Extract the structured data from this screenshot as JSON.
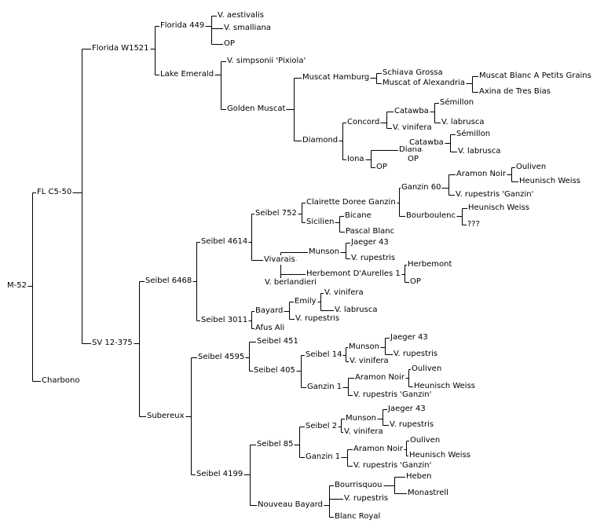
{
  "pedigree": {
    "root": "M-52",
    "nodes": [
      {
        "id": "m52",
        "label": "M-52"
      },
      {
        "id": "flc550",
        "label": "FL C5-50"
      },
      {
        "id": "charbono",
        "label": "Charbono"
      },
      {
        "id": "flw1521",
        "label": "Florida W1521"
      },
      {
        "id": "sv12375",
        "label": "SV 12-375"
      },
      {
        "id": "fl449",
        "label": "Florida 449"
      },
      {
        "id": "lakeemerald",
        "label": "Lake Emerald"
      },
      {
        "id": "vaestivalis",
        "label": "V. aestivalis"
      },
      {
        "id": "vsmalliana",
        "label": "V. smalliana"
      },
      {
        "id": "op1",
        "label": "OP"
      },
      {
        "id": "vsimpsonii",
        "label": "V. simpsonii 'Pixiola'"
      },
      {
        "id": "goldenmuscat",
        "label": "Golden Muscat"
      },
      {
        "id": "muscathamburg",
        "label": "Muscat Hamburg"
      },
      {
        "id": "diamond",
        "label": "Diamond"
      },
      {
        "id": "schiavagrossa",
        "label": "Schiava Grossa"
      },
      {
        "id": "muscatalex",
        "label": "Muscat of Alexandria"
      },
      {
        "id": "muscatblanc",
        "label": "Muscat Blanc A Petits Grains"
      },
      {
        "id": "axina",
        "label": "Axina de Tres Bias"
      },
      {
        "id": "concord",
        "label": "Concord"
      },
      {
        "id": "iona",
        "label": "Iona"
      },
      {
        "id": "catawba1",
        "label": "Catawba"
      },
      {
        "id": "vvinifera1",
        "label": "V. vinifera"
      },
      {
        "id": "semillon1",
        "label": "Sémillon"
      },
      {
        "id": "vlabrusca1",
        "label": "V. labrusca"
      },
      {
        "id": "diana",
        "label": "Diana"
      },
      {
        "id": "op2",
        "label": "OP"
      },
      {
        "id": "catawba2",
        "label": "Catawba"
      },
      {
        "id": "op3",
        "label": "OP"
      },
      {
        "id": "semillon2",
        "label": "Sémillon"
      },
      {
        "id": "vlabrusca2",
        "label": "V. labrusca"
      },
      {
        "id": "seibel6468",
        "label": "Seibel 6468"
      },
      {
        "id": "subereux",
        "label": "Subereux"
      },
      {
        "id": "seibel4614",
        "label": "Seibel 4614"
      },
      {
        "id": "seibel3011",
        "label": "Seibel 3011"
      },
      {
        "id": "seibel752",
        "label": "Seibel 752"
      },
      {
        "id": "vivarais",
        "label": "Vivarais"
      },
      {
        "id": "clairette",
        "label": "Clairette Doree Ganzin"
      },
      {
        "id": "sicilien",
        "label": "Sicilien"
      },
      {
        "id": "ganzin60",
        "label": "Ganzin 60"
      },
      {
        "id": "bourboulenc",
        "label": "Bourboulenc"
      },
      {
        "id": "aramonnoir1",
        "label": "Aramon Noir"
      },
      {
        "id": "vrupganzin1",
        "label": "V. rupestris 'Ganzin'"
      },
      {
        "id": "ouliven1",
        "label": "Ouliven"
      },
      {
        "id": "heunisch1",
        "label": "Heunisch Weiss"
      },
      {
        "id": "heunisch2",
        "label": "Heunisch Weiss"
      },
      {
        "id": "qqq",
        "label": "???"
      },
      {
        "id": "bicane",
        "label": "Bicane"
      },
      {
        "id": "pascalblanc",
        "label": "Pascal Blanc"
      },
      {
        "id": "munson1",
        "label": "Munson"
      },
      {
        "id": "herbdaurelles",
        "label": "Herbemont D'Aurelles 1"
      },
      {
        "id": "vberlandieri",
        "label": "V. berlandieri"
      },
      {
        "id": "jaeger43a",
        "label": "Jaeger 43"
      },
      {
        "id": "vrupestris1",
        "label": "V. rupestris"
      },
      {
        "id": "herbemont",
        "label": "Herbemont"
      },
      {
        "id": "op4",
        "label": "OP"
      },
      {
        "id": "bayard",
        "label": "Bayard"
      },
      {
        "id": "afusali",
        "label": "Afus Ali"
      },
      {
        "id": "emily",
        "label": "Emily"
      },
      {
        "id": "vrupestris2",
        "label": "V. rupestris"
      },
      {
        "id": "vvinifera2",
        "label": "V. vinifera"
      },
      {
        "id": "vlabrusca3",
        "label": "V. labrusca"
      },
      {
        "id": "seibel4595",
        "label": "Seibel 4595"
      },
      {
        "id": "seibel4199",
        "label": "Seibel 4199"
      },
      {
        "id": "seibel451",
        "label": "Seibel 451"
      },
      {
        "id": "seibel405",
        "label": "Seibel 405"
      },
      {
        "id": "seibel14",
        "label": "Seibel 14"
      },
      {
        "id": "ganzin1a",
        "label": "Ganzin 1"
      },
      {
        "id": "munson2",
        "label": "Munson"
      },
      {
        "id": "vvinifera3",
        "label": "V. vinifera"
      },
      {
        "id": "jaeger43b",
        "label": "Jaeger 43"
      },
      {
        "id": "vrupestris3",
        "label": "V. rupestris"
      },
      {
        "id": "aramonnoir2",
        "label": "Aramon Noir"
      },
      {
        "id": "vrupganzin2",
        "label": "V. rupestris 'Ganzin'"
      },
      {
        "id": "ouliven2",
        "label": "Ouliven"
      },
      {
        "id": "heunisch3",
        "label": "Heunisch Weiss"
      },
      {
        "id": "seibel85",
        "label": "Seibel 85"
      },
      {
        "id": "nouveaubayard",
        "label": "Nouveau Bayard"
      },
      {
        "id": "seibel2",
        "label": "Seibel 2"
      },
      {
        "id": "ganzin1b",
        "label": "Ganzin 1"
      },
      {
        "id": "munson3",
        "label": "Munson"
      },
      {
        "id": "vvinifera4",
        "label": "V. vinifera"
      },
      {
        "id": "jaeger43c",
        "label": "Jaeger 43"
      },
      {
        "id": "vrupestris4",
        "label": "V. rupestris"
      },
      {
        "id": "aramonnoir3",
        "label": "Aramon Noir"
      },
      {
        "id": "vrupganzin3",
        "label": "V. rupestris 'Ganzin'"
      },
      {
        "id": "ouliven3",
        "label": "Ouliven"
      },
      {
        "id": "heunisch4",
        "label": "Heunisch Weiss"
      },
      {
        "id": "bourrisquou",
        "label": "Bourrisquou"
      },
      {
        "id": "vrupestris5",
        "label": "V. rupestris"
      },
      {
        "id": "blancroyal",
        "label": "Blanc Royal"
      },
      {
        "id": "heben",
        "label": "Heben"
      },
      {
        "id": "monastrell",
        "label": "Monastrell"
      }
    ],
    "edges": [
      [
        "m52",
        "flc550",
        "charbono"
      ],
      [
        "flc550",
        "flw1521",
        "sv12375"
      ],
      [
        "flw1521",
        "fl449",
        "lakeemerald"
      ],
      [
        "fl449",
        "vaestivalis",
        "vsmalliana",
        "op1"
      ],
      [
        "lakeemerald",
        "vsimpsonii",
        "goldenmuscat"
      ],
      [
        "goldenmuscat",
        "muscathamburg",
        "diamond"
      ],
      [
        "muscathamburg",
        "schiavagrossa",
        "muscatalex"
      ],
      [
        "muscatalex",
        "muscatblanc",
        "axina"
      ],
      [
        "diamond",
        "concord",
        "iona"
      ],
      [
        "concord",
        "catawba1",
        "vvinifera1"
      ],
      [
        "catawba1",
        "semillon1",
        "vlabrusca1"
      ],
      [
        "iona",
        "diana",
        "op2"
      ],
      [
        "diana",
        "catawba2",
        "op3"
      ],
      [
        "catawba2",
        "semillon2",
        "vlabrusca2"
      ],
      [
        "sv12375",
        "seibel6468",
        "subereux"
      ],
      [
        "seibel6468",
        "seibel4614",
        "seibel3011"
      ],
      [
        "seibel4614",
        "seibel752",
        "vivarais"
      ],
      [
        "seibel752",
        "clairette",
        "sicilien"
      ],
      [
        "clairette",
        "ganzin60",
        "bourboulenc"
      ],
      [
        "ganzin60",
        "aramonnoir1",
        "vrupganzin1"
      ],
      [
        "aramonnoir1",
        "ouliven1",
        "heunisch1"
      ],
      [
        "bourboulenc",
        "heunisch2",
        "qqq"
      ],
      [
        "sicilien",
        "bicane",
        "pascalblanc"
      ],
      [
        "vivarais",
        "munson1",
        "herbdaurelles",
        "vberlandieri"
      ],
      [
        "munson1",
        "jaeger43a",
        "vrupestris1"
      ],
      [
        "herbdaurelles",
        "herbemont",
        "op4"
      ],
      [
        "seibel3011",
        "bayard",
        "afusali"
      ],
      [
        "bayard",
        "emily",
        "vrupestris2"
      ],
      [
        "emily",
        "vvinifera2",
        "vlabrusca3"
      ],
      [
        "subereux",
        "seibel4595",
        "seibel4199"
      ],
      [
        "seibel4595",
        "seibel451",
        "seibel405"
      ],
      [
        "seibel405",
        "seibel14",
        "ganzin1a"
      ],
      [
        "seibel14",
        "munson2",
        "vvinifera3"
      ],
      [
        "munson2",
        "jaeger43b",
        "vrupestris3"
      ],
      [
        "ganzin1a",
        "aramonnoir2",
        "vrupganzin2"
      ],
      [
        "aramonnoir2",
        "ouliven2",
        "heunisch3"
      ],
      [
        "seibel4199",
        "seibel85",
        "nouveaubayard"
      ],
      [
        "seibel85",
        "seibel2",
        "ganzin1b"
      ],
      [
        "seibel2",
        "munson3",
        "vvinifera4"
      ],
      [
        "munson3",
        "jaeger43c",
        "vrupestris4"
      ],
      [
        "ganzin1b",
        "aramonnoir3",
        "vrupganzin3"
      ],
      [
        "aramonnoir3",
        "ouliven3",
        "heunisch4"
      ],
      [
        "nouveaubayard",
        "bourrisquou",
        "vrupestris5",
        "blancroyal"
      ],
      [
        "bourrisquou",
        "heben",
        "monastrell"
      ]
    ]
  }
}
